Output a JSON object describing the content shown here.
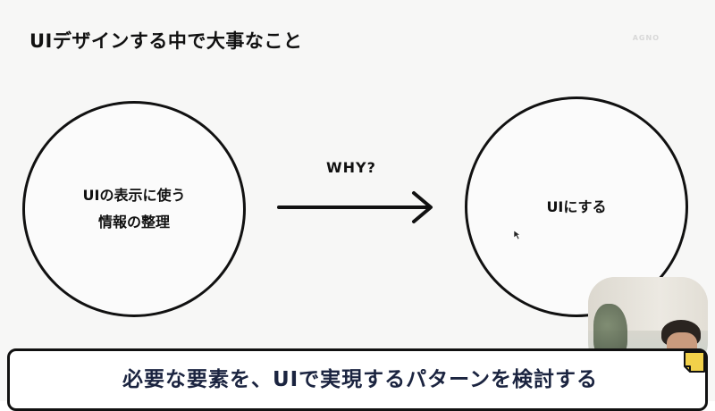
{
  "slide": {
    "title": "UIデザインする中で大事なこと",
    "brand": "AGNO"
  },
  "diagram": {
    "left_circle": {
      "line1": "UIの表示に使う",
      "line2": "情報の整理"
    },
    "connector_label": "WHY?",
    "right_circle": {
      "text": "UIにする"
    }
  },
  "subtitle": {
    "text": "必要な要素を、UIで実現するパターンを検討する"
  },
  "colors": {
    "slide_background": "#f7f7f6",
    "ink": "#111111",
    "subtitle_text": "#1b2440",
    "fold_accent": "#f2d14a"
  },
  "icons": {
    "arrow": "right-arrow-icon",
    "cursor": "mouse-cursor-icon",
    "fold": "page-corner-icon"
  }
}
